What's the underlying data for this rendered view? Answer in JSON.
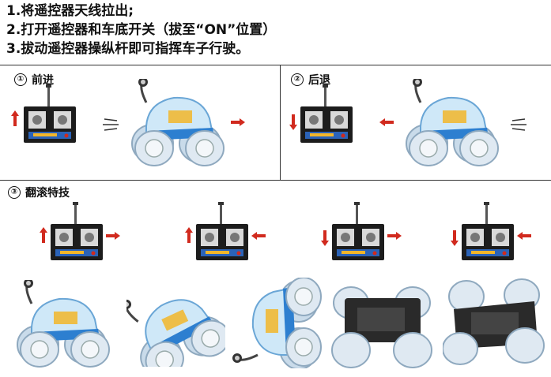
{
  "instructions": [
    "1.将遥控器天线拉出;",
    "2.打开遥控器和车底开关（拔至“ON”位置）",
    "3.拔动遥控器操纵杆即可指挥车子行驶。"
  ],
  "sections": {
    "forward": {
      "num": "①",
      "title": "前进"
    },
    "backward": {
      "num": "②",
      "title": "后退"
    },
    "flip": {
      "num": "③",
      "title": "翻滚特技"
    }
  },
  "icons": [
    "remote-control-icon",
    "stunt-car-icon",
    "arrow-icon",
    "motion-lines-icon"
  ],
  "colors": {
    "arrow": "#d12a1e",
    "car_blue": "#2d7fd0",
    "wheel": "#dfe9f2",
    "remote": "#1c1c1c"
  }
}
